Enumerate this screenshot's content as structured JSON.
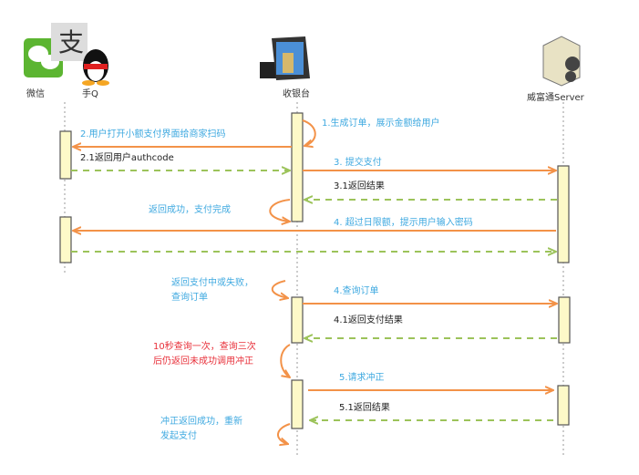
{
  "actors": {
    "wechat": "微信",
    "mobile_qq": "手Q",
    "cashier": "收银台",
    "server": "威富通Server"
  },
  "messages": {
    "m1": "1.生成订单，展示金额给用户",
    "m2": "2.用户打开小额支付界面给商家扫码",
    "m2_1": "2.1返回用户authcode",
    "m3": "3. 提交支付",
    "m3_1": "3.1返回结果",
    "m4": "4. 超过日限额，提示用户输入密码",
    "m4q": "4.查询订单",
    "m4_1": "4.1返回支付结果",
    "m5": "5.请求冲正",
    "m5_1": "5.1返回结果"
  },
  "notes": {
    "success": "返回成功，支付完成",
    "pending_l1": "返回支付中或失败，",
    "pending_l2": "查询订单",
    "retry_l1": "10秒查询一次，查询三次",
    "retry_l2": "后仍返回未成功调用冲正",
    "reversal_l1": "冲正返回成功，重新",
    "reversal_l2": "发起支付"
  },
  "colors": {
    "sync_arrow": "#f39248",
    "return_arrow": "#9cc35a",
    "blue_text": "#3fa9e0",
    "red_text": "#e8303a",
    "activation": "#fdf9c8"
  }
}
